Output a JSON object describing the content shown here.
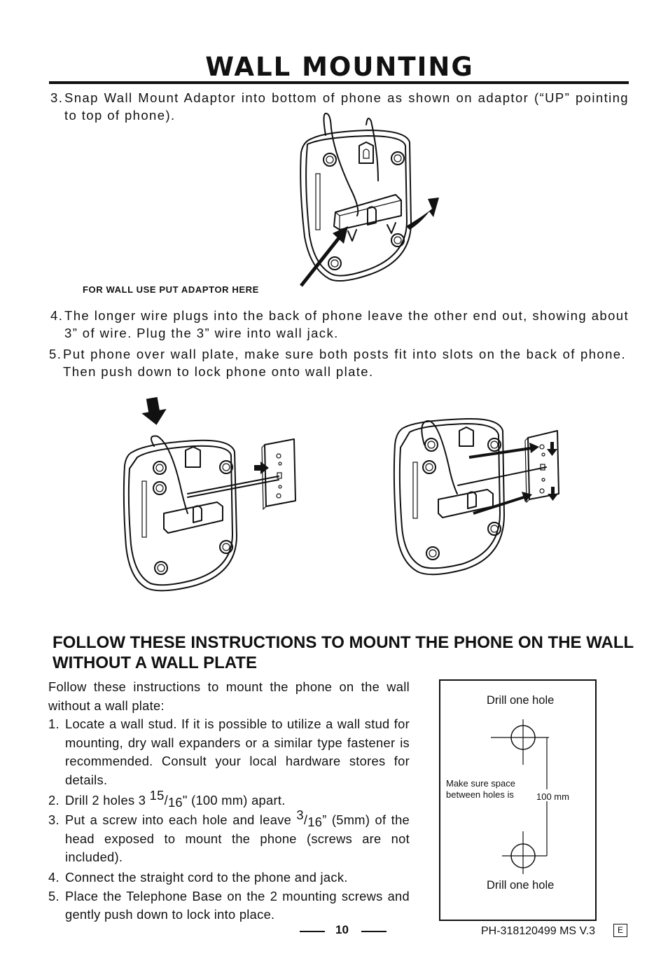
{
  "page": {
    "title": "WALL  MOUNTING"
  },
  "steps": [
    {
      "num": "3.",
      "text": "Snap Wall Mount Adaptor into bottom of phone as shown on adaptor (“UP” pointing to top of phone)."
    },
    {
      "num": "4.",
      "text": "The longer wire plugs into the back of phone leave the other end out, showing about 3” of wire. Plug the 3” wire into wall jack."
    },
    {
      "num": "5.",
      "text": "Put phone over wall plate, make sure both posts fit into slots on the back of phone. Then push down to lock phone onto wall plate."
    }
  ],
  "figure1": {
    "caption": "FOR WALL USE PUT ADAPTOR HERE"
  },
  "section2": {
    "heading": "FOLLOW THESE INSTRUCTIONS TO MOUNT THE PHONE ON THE WALL WITHOUT A WALL PLATE",
    "intro": "Follow these instructions to mount the phone on the wall without a wall plate:",
    "items": [
      {
        "num": "1.",
        "text": "Locate a wall stud.  If it is possible to utilize a wall stud for mounting, dry wall expanders or a similar type fastener is recommended. Consult your local hardware stores for details."
      },
      {
        "num": "2.",
        "pre": "Drill 2 holes 3 ",
        "sup": "15",
        "slash": "/",
        "sub": "16",
        "post": "\" (100 mm) apart."
      },
      {
        "num": "3.",
        "pre": "Put a screw into each hole and leave ",
        "sup": "3",
        "slash": "/",
        "sub": "16",
        "post": "” (5mm) of the head exposed to mount the phone (screws are not included)."
      },
      {
        "num": "4.",
        "text": "Connect the straight cord to the phone and jack."
      },
      {
        "num": "5.",
        "text": "Place the Telephone Base on the 2 mounting screws and gently push down to lock into place."
      }
    ]
  },
  "template_box": {
    "top_label": "Drill one hole",
    "bottom_label": "Drill one hole",
    "note_line1": "Make sure space",
    "note_line2": "between holes is",
    "distance": "100 mm"
  },
  "footer": {
    "page_number": "10",
    "model": "PH-318120499 MS V.3",
    "lang_badge": "E"
  }
}
